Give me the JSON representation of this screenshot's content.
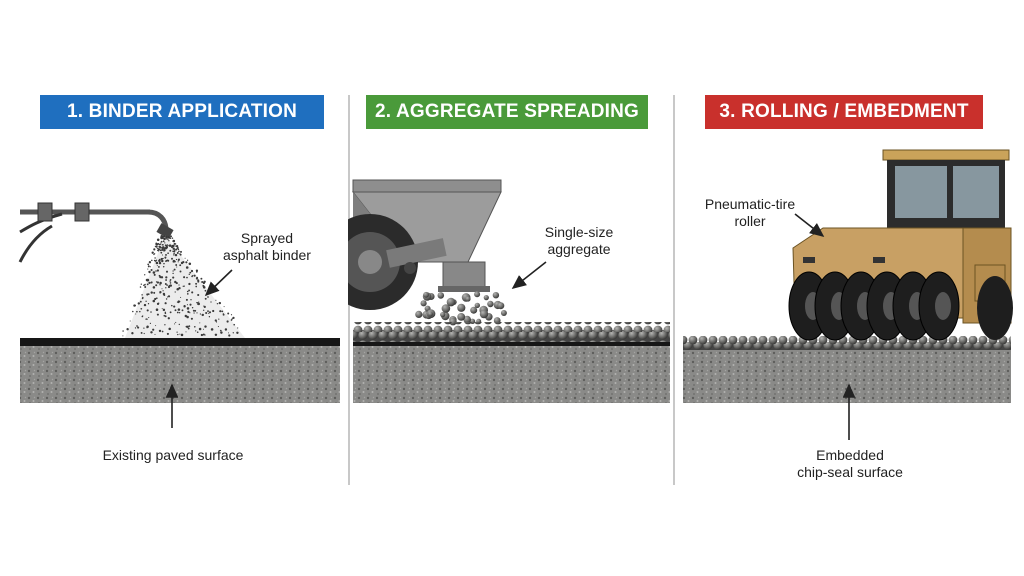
{
  "steps": [
    {
      "title": "1. BINDER APPLICATION",
      "color": "#1f6fbf",
      "labels": {
        "spray": [
          "Sprayed",
          "asphalt binder"
        ],
        "surface": "Existing paved surface"
      }
    },
    {
      "title": "2. AGGREGATE SPREADING",
      "color": "#4a9a3a",
      "labels": {
        "aggregate": [
          "Single-size",
          "aggregate"
        ]
      }
    },
    {
      "title": "3. ROLLING / EMBEDMENT",
      "color": "#c9302c",
      "labels": {
        "roller": [
          "Pneumatic-tire",
          "roller"
        ],
        "result": [
          "Embedded",
          "chip-seal surface"
        ]
      }
    }
  ]
}
